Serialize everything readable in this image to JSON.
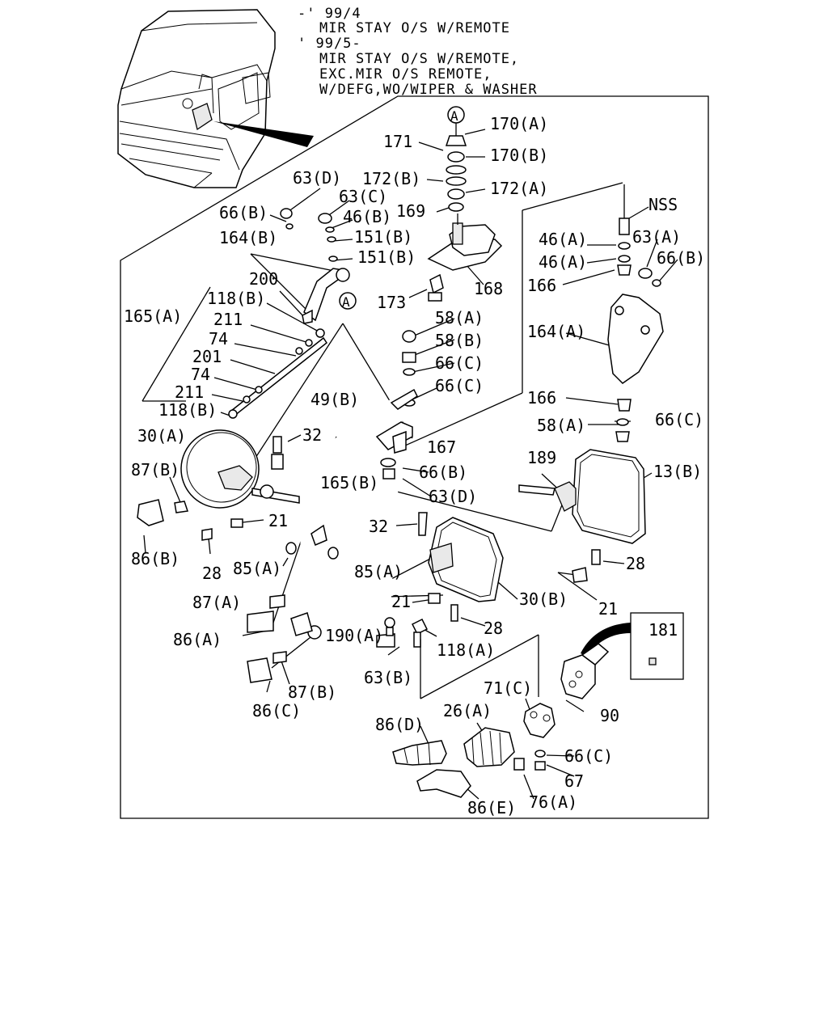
{
  "header": {
    "lines": [
      "-' 99/4",
      "MIR STAY O/S W/REMOTE",
      "' 99/5-",
      "MIR STAY O/S W/REMOTE,",
      "EXC.MIR O/S REMOTE,",
      "W/DEFG,WO/WIPER & WASHER"
    ]
  },
  "inset_label": "181",
  "ref_marker": "A",
  "callouts": [
    "170(A)",
    "171",
    "170(B)",
    "172(B)",
    "172(A)",
    "169",
    "63(D)",
    "63(C)",
    "66(B)",
    "46(B)",
    "164(B)",
    "151(B)",
    "151(B)",
    "200",
    "118(B)",
    "165(A)",
    "211",
    "74",
    "201",
    "74",
    "211",
    "118(B)",
    "173",
    "168",
    "NSS",
    "46(A)",
    "63(A)",
    "46(A)",
    "66(B)",
    "166",
    "164(A)",
    "166",
    "58(A)",
    "66(C)",
    "58(A)",
    "58(B)",
    "66(C)",
    "66(C)",
    "49(B)",
    "32",
    "30(A)",
    "167",
    "87(B)",
    "66(B)",
    "165(B)",
    "63(D)",
    "189",
    "13(B)",
    "21",
    "32",
    "86(B)",
    "28",
    "85(A)",
    "85(A)",
    "28",
    "87(A)",
    "21",
    "30(B)",
    "21",
    "86(A)",
    "190(A)",
    "28",
    "118(A)",
    "63(B)",
    "87(B)",
    "86(C)",
    "71(C)",
    "90",
    "86(D)",
    "26(A)",
    "66(C)",
    "67",
    "86(E)",
    "76(A)"
  ]
}
